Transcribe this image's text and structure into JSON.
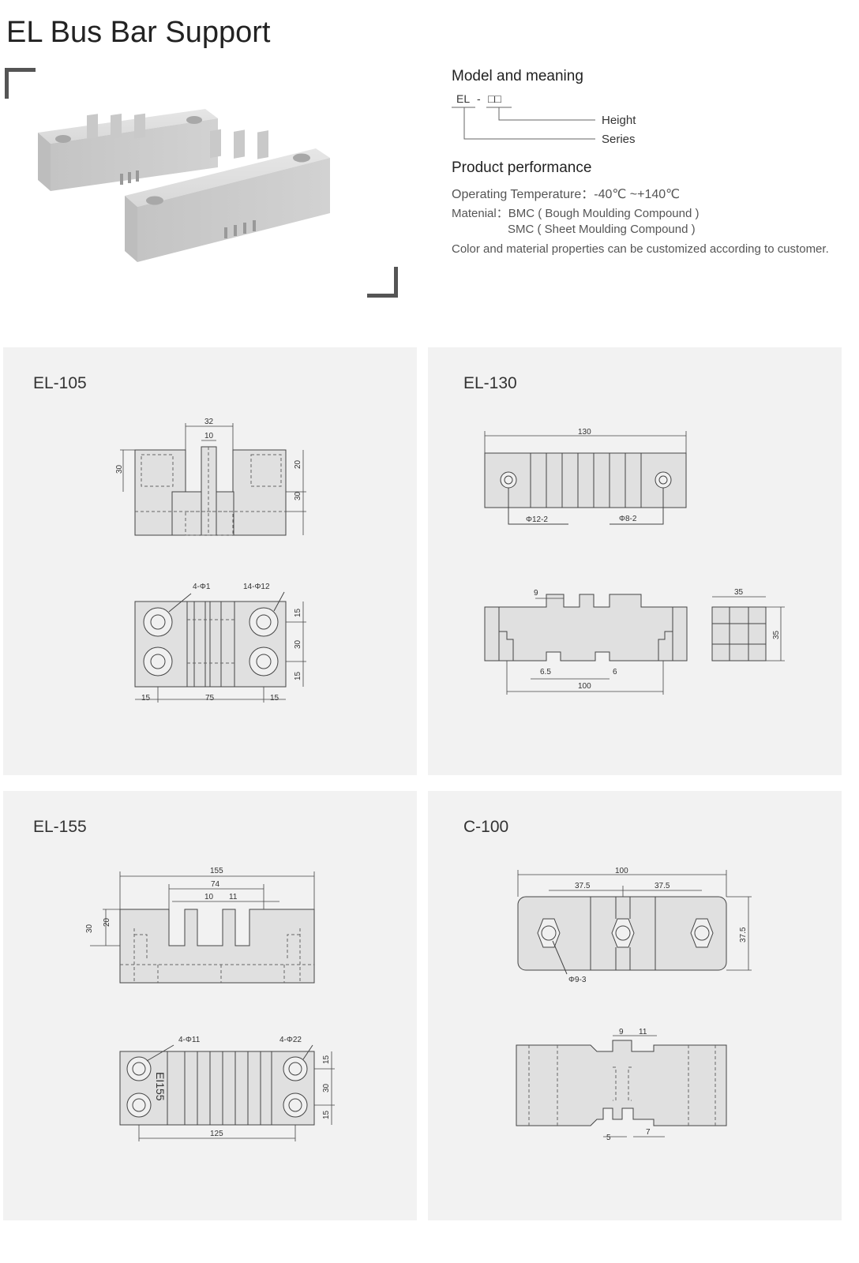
{
  "page_title": "EL Bus Bar Support",
  "model_section": {
    "heading": "Model and meaning",
    "code_prefix": "EL",
    "code_sep": "-",
    "code_boxes": "□□",
    "height_label": "Height",
    "series_label": "Series"
  },
  "performance": {
    "heading": "Product performance",
    "temperature": "Operating Temperature：-40℃ ~+140℃",
    "material_1": "Matenial：BMC ( Bough Moulding Compound )",
    "material_2": "SMC ( Sheet Moulding Compound )",
    "note": "Color and material properties can be customized according to customer."
  },
  "panels": {
    "el105": {
      "title": "EL-105",
      "d1": "32",
      "d2": "10",
      "d3": "30",
      "d4": "20",
      "d5": "30",
      "d6": "4-Φ1",
      "d7": "14-Φ12",
      "d8": "15",
      "d9": "30",
      "d10": "15",
      "d11": "15",
      "d12": "75",
      "d13": "15"
    },
    "el130": {
      "title": "EL-130",
      "d1": "130",
      "d2": "Φ12-2",
      "d3": "Φ8-2",
      "d4": "9",
      "d5": "35",
      "d6": "35",
      "d7": "6.5",
      "d8": "6",
      "d9": "100"
    },
    "el155": {
      "title": "EL-155",
      "d1": "155",
      "d2": "74",
      "d3": "10",
      "d4": "11",
      "d5": "30",
      "d6": "20",
      "d7": "4-Φ11",
      "d8": "4-Φ22",
      "d9": "15",
      "d10": "30",
      "d11": "15",
      "d12": "125",
      "d13": "EI155"
    },
    "c100": {
      "title": "C-100",
      "d1": "100",
      "d2": "37.5",
      "d3": "37.5",
      "d4": "37.5",
      "d5": "Φ9-3",
      "d6": "9",
      "d7": "11",
      "d8": "5",
      "d9": "7"
    }
  }
}
